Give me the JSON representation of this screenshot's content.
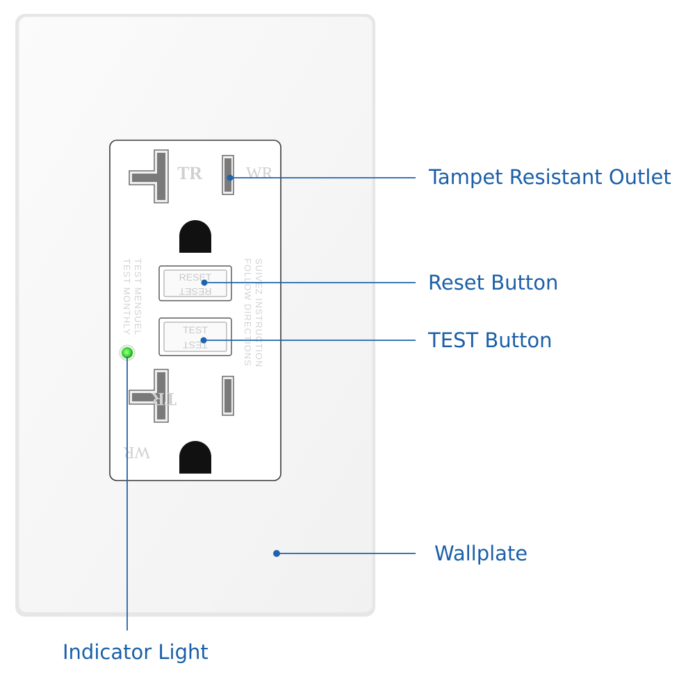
{
  "colors": {
    "label": "#1b5fa8",
    "leader_line": "#1e63ad",
    "plate_face": "#f7f7f7",
    "plate_edge": "#e3e3e3",
    "receptacle_border": "#3a3a3a",
    "slot": "#6e6e6e",
    "ground_hole": "#111111",
    "indicator_led": "#3ee03a",
    "engraving": "#d2d2d2"
  },
  "callouts": {
    "outlet": "Tampet Resistant Outlet",
    "reset": "Reset Button",
    "test": "TEST Button",
    "wallplate": "Wallplate",
    "indicator": "Indicator Light"
  },
  "engravings": {
    "tr": "TR",
    "wr": "WR",
    "reset_button": "RESET",
    "test_button": "TEST",
    "left_line_1": "TEST MONTHLY",
    "left_line_2": "TEST MENSUEL",
    "right_line_1": "FOLLOW DIRECTIONS",
    "right_line_2": "SUIVEZ INSTRUCTION"
  },
  "icons": {
    "indicator": "led-dot-icon",
    "callout_marker": "dot-icon"
  }
}
